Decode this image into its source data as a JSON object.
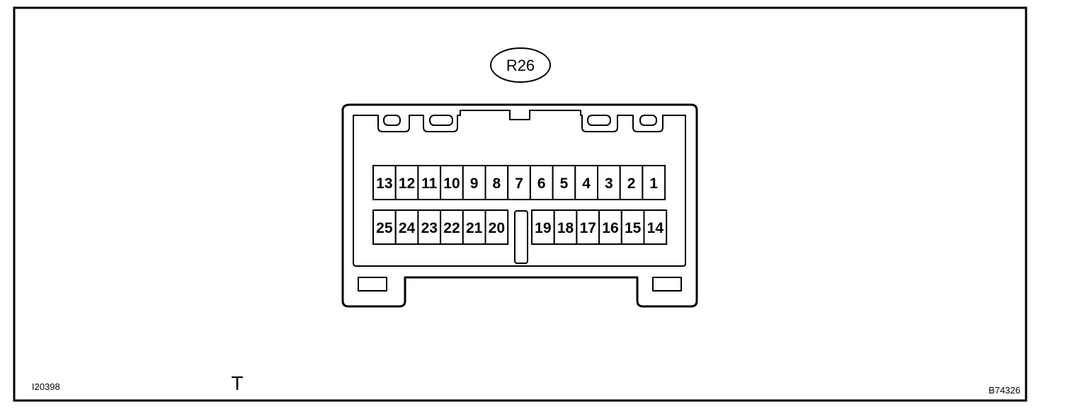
{
  "connector": {
    "label": "R26",
    "top_row_pins": [
      "13",
      "12",
      "11",
      "10",
      "9",
      "8",
      "7",
      "6",
      "5",
      "4",
      "3",
      "2",
      "1"
    ],
    "bottom_row_left_pins": [
      "25",
      "24",
      "23",
      "22",
      "21",
      "20"
    ],
    "bottom_row_right_pins": [
      "19",
      "18",
      "17",
      "16",
      "15",
      "14"
    ]
  },
  "footer": {
    "left_code": "I20398",
    "mark": "T",
    "right_code": "B74326"
  }
}
